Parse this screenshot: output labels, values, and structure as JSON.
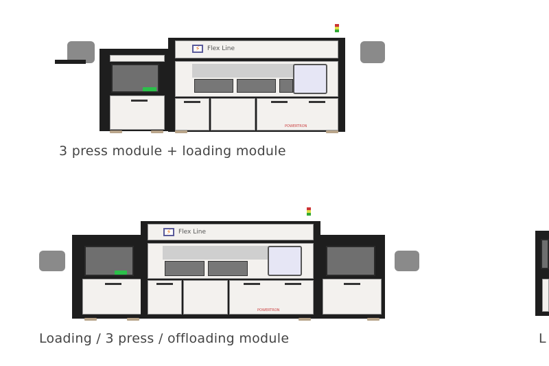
{
  "items": [
    {
      "caption": "3 press module + loading module",
      "machine_brand": "Flex Line",
      "maker_label": "POWERTRON"
    },
    {
      "caption": "Loading / 3 press / offloading module",
      "machine_brand": "Flex Line",
      "maker_label": "POWERTRON"
    },
    {
      "caption": "L"
    }
  ],
  "colors": {
    "frame": "#1e1e1e",
    "panel": "#f3f1ee",
    "accent": "#e87722",
    "indicator": "#2bbf4a"
  }
}
